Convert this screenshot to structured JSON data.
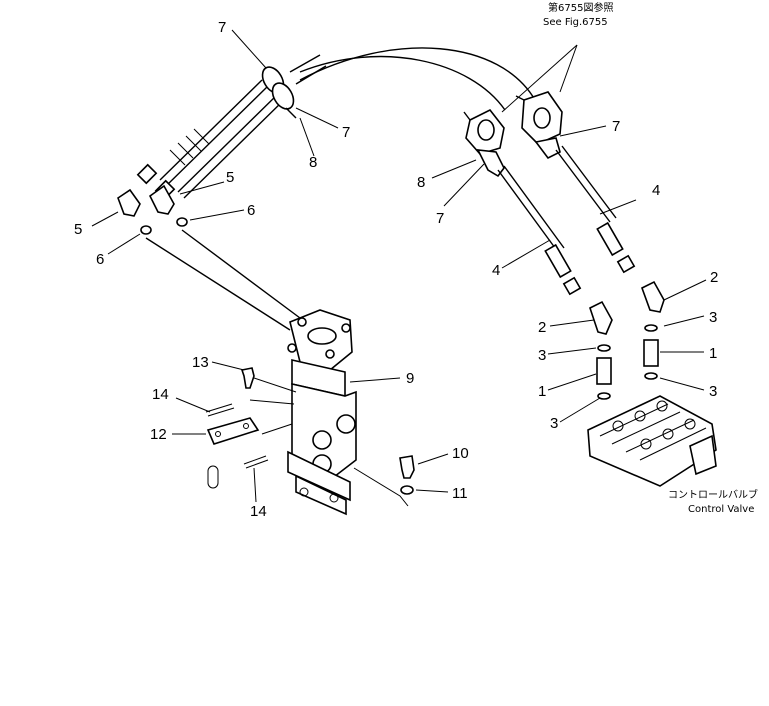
{
  "reference": {
    "jp": "第6755図参照",
    "en": "See Fig.6755"
  },
  "control_valve": {
    "jp": "コントロールバルブ",
    "en": "Control Valve"
  },
  "callouts": {
    "c7a": "7",
    "c7b": "7",
    "c7c": "7",
    "c7d": "7",
    "c8a": "8",
    "c8b": "8",
    "c5a": "5",
    "c5b": "5",
    "c6a": "6",
    "c6b": "6",
    "c4a": "4",
    "c4b": "4",
    "c2a": "2",
    "c2b": "2",
    "c3a": "3",
    "c3b": "3",
    "c3c": "3",
    "c3d": "3",
    "c1a": "1",
    "c1b": "1",
    "c9": "9",
    "c10": "10",
    "c11": "11",
    "c12": "12",
    "c13": "13",
    "c14a": "14",
    "c14b": "14"
  }
}
